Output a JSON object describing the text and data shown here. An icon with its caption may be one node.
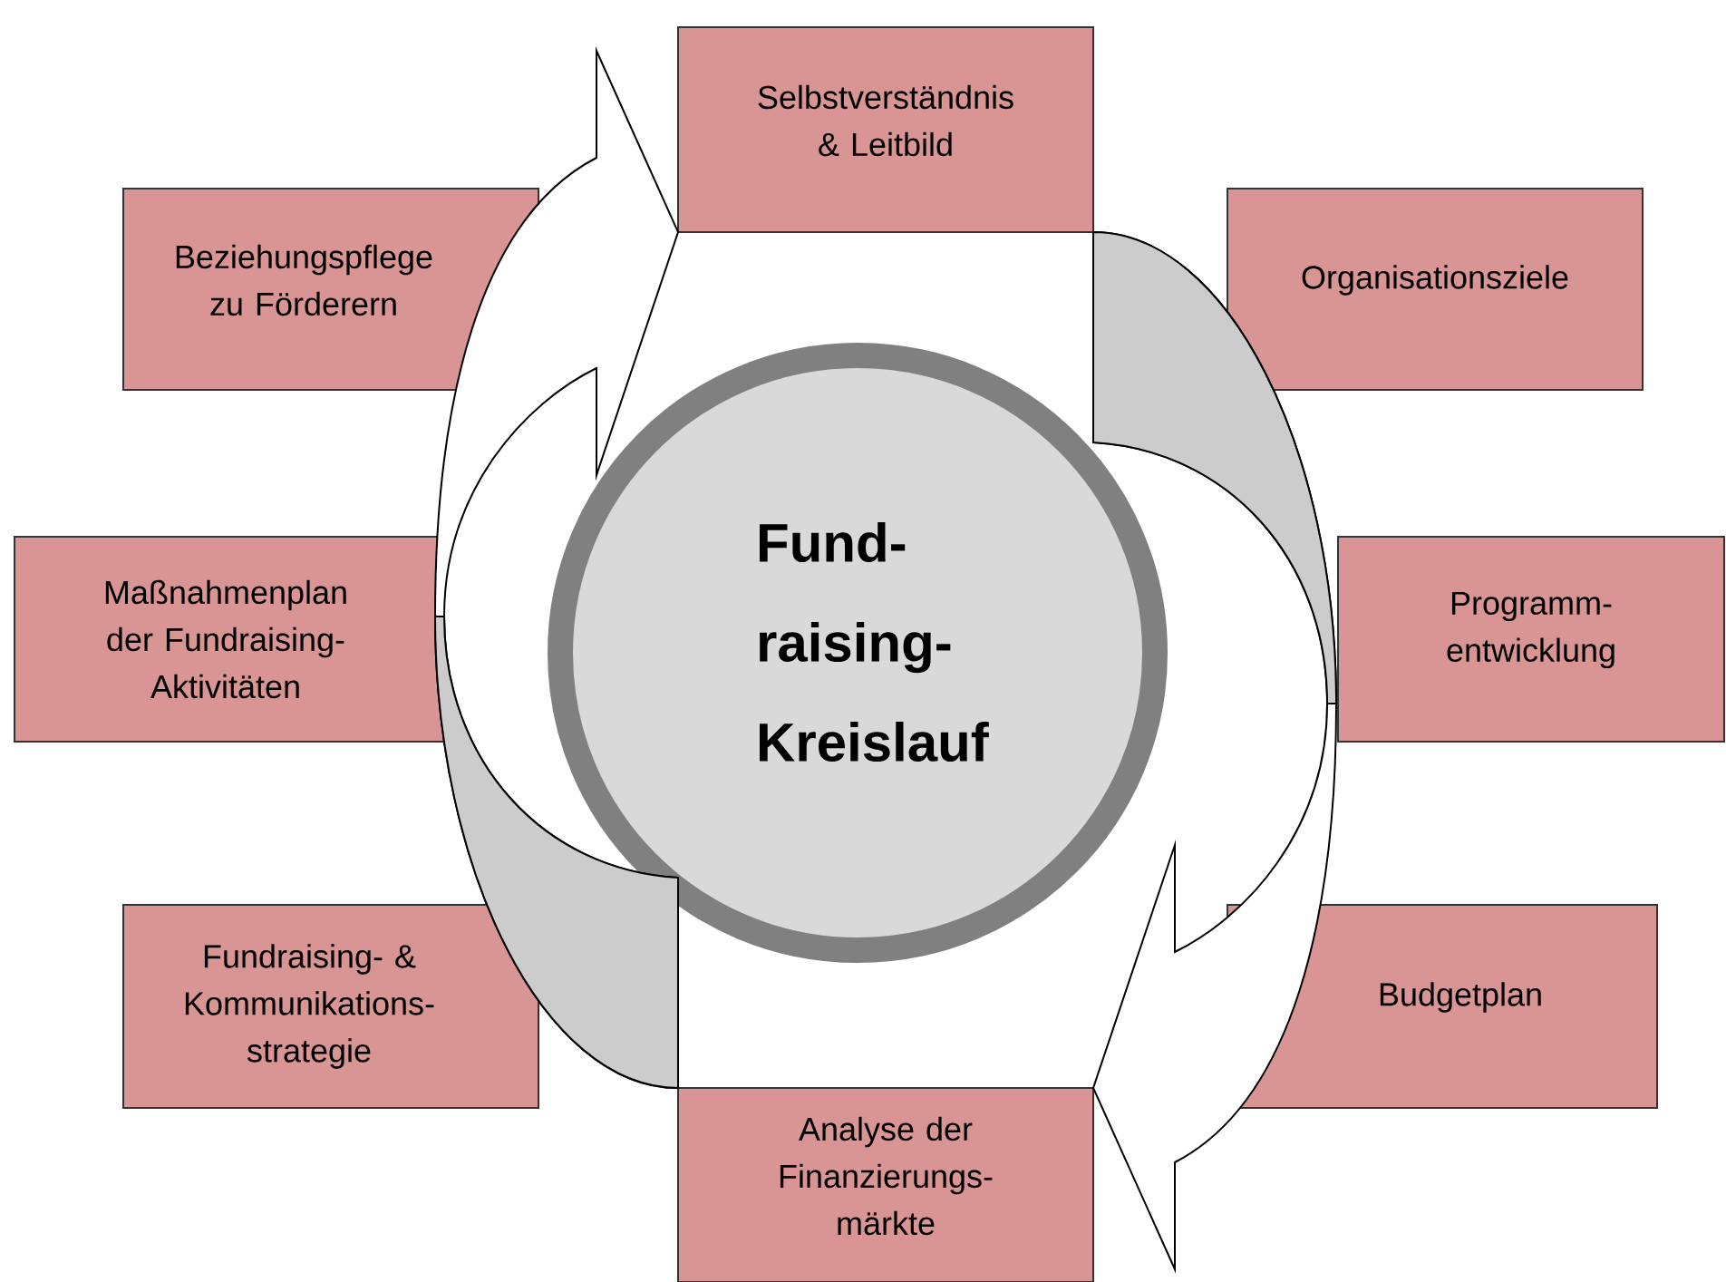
{
  "diagram": {
    "nodes": [
      {
        "text": [
          "Selbstverständnis & Leitbild"
        ]
      },
      {
        "text": [
          "Beziehungspflege zu Förderern"
        ]
      },
      {
        "text": [
          "Organisationsziele"
        ]
      },
      {
        "text": [
          "Fund- raising- Kreislauf"
        ]
      },
      {
        "text": [
          "Maßnahmenplan der Fundraising- Aktivitäten"
        ]
      },
      {
        "text": [
          "Programm- entwicklung"
        ]
      },
      {
        "text": [
          "Fundraising- & Kommunikations- strategie"
        ]
      },
      {
        "text": [
          "Budgetplan"
        ]
      },
      {
        "text": [
          "Analyse der Finanzierungs- märkte"
        ]
      }
    ],
    "edges": [
      {
        "from": 8,
        "to": 0,
        "arrow": "to"
      },
      {
        "from": 0,
        "to": 8,
        "arrow": "to"
      }
    ]
  }
}
